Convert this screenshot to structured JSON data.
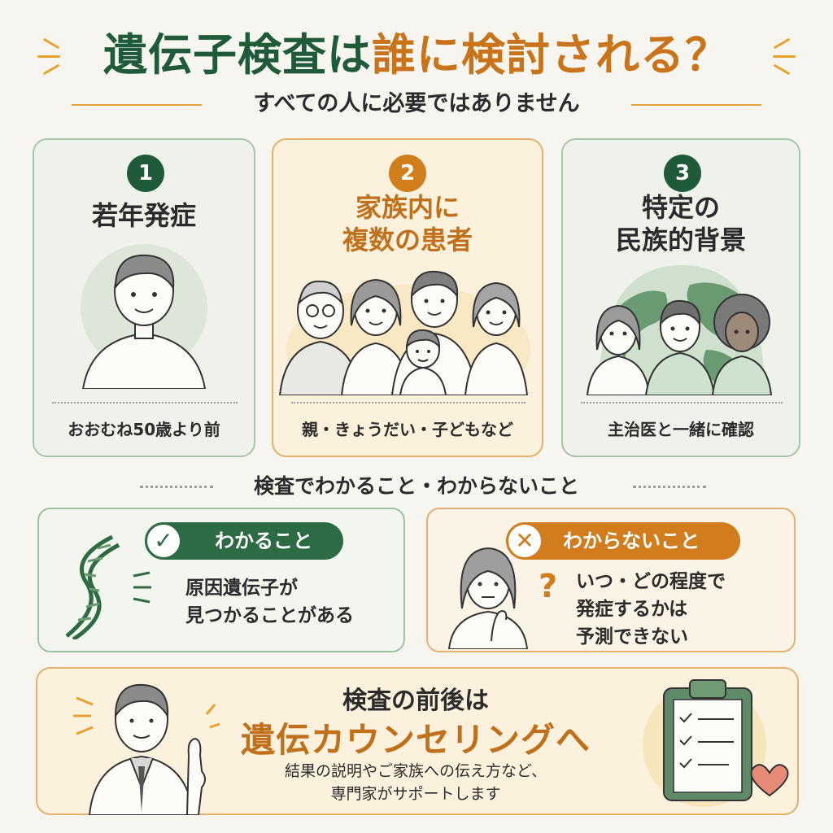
{
  "title": {
    "part1": "遺伝子検査は",
    "part2": "誰に検討される？"
  },
  "subtitle": "すべての人に必要ではありません",
  "cards": [
    {
      "number": "1",
      "title": "若年発症",
      "caption": "おおむね50歳より前"
    },
    {
      "number": "2",
      "title_line1": "家族内に",
      "title_line2": "複数の患者",
      "caption": "親・きょうだい・子どもなど"
    },
    {
      "number": "3",
      "title_line1": "特定の",
      "title_line2": "民族的背景",
      "caption": "主治医と一緒に確認"
    }
  ],
  "section_heading": "検査でわかること・わからないこと",
  "known": {
    "label": "わかること",
    "text_line1": "原因遺伝子が",
    "text_line2": "見つかることがある"
  },
  "unknown": {
    "label": "わからないこと",
    "question_mark": "?",
    "text_line1": "いつ・どの程度で",
    "text_line2": "発症するかは",
    "text_line3": "予測できない"
  },
  "bottom": {
    "line1": "検査の前後は",
    "line2": "遺伝カウンセリングへ",
    "line3": "結果の説明やご家族への伝え方など、",
    "line4": "専門家がサポートします"
  },
  "colors": {
    "green": "#1f5b3a",
    "orange": "#c9741a",
    "background": "#f6f5ef"
  },
  "icons": [
    "check-icon",
    "cross-icon",
    "question-icon",
    "dna-icon",
    "globe-icon",
    "clipboard-icon",
    "heart-icon"
  ]
}
